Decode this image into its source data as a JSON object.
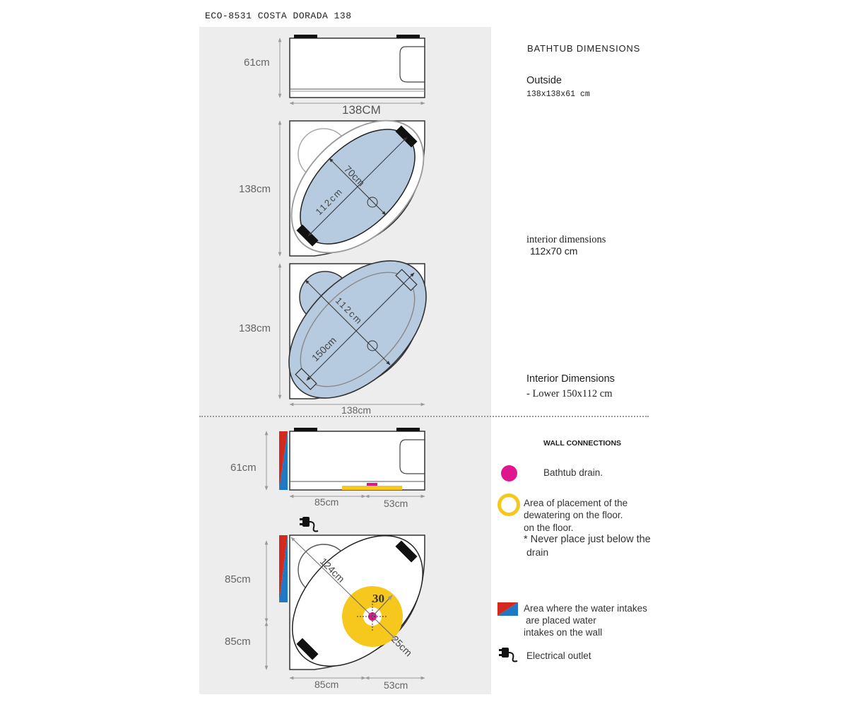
{
  "model_title": "ECO-8531 COSTA DORADA 138",
  "right_top": {
    "heading": "BATHTUB DIMENSIONS",
    "outside_label": "Outside",
    "outside_value": "138x138x61 cm",
    "interior_label": "interior dimensions",
    "interior_value": "112x70 cm",
    "interior2_label": "Interior Dimensions",
    "interior2_value": "- Lower 150x112 cm"
  },
  "dims_top": {
    "height_61": "61cm",
    "width_138_caps": "138CM",
    "height_138_a": "138cm",
    "inner_70": "70cm",
    "inner_112": "112cm",
    "height_138_b": "138cm",
    "lower_112": "112cm",
    "lower_150": "150cm",
    "width_138_bottom": "138cm"
  },
  "dims_bottom": {
    "height_61": "61cm",
    "seg_85_a": "85cm",
    "seg_53_a": "53cm",
    "diag_124": "124cm",
    "radius_30": "30",
    "diag_25": "25cm",
    "v_85_top": "85cm",
    "v_85_bottom": "85cm",
    "seg_85_b": "85cm",
    "seg_53_b": "53cm"
  },
  "legend": {
    "heading": "WALL CONNECTIONS",
    "drain": "Bathtub drain.",
    "area_l1": "Area of placement of the",
    "area_l2": "dewatering on the floor.",
    "area_l3": "on the floor.",
    "area_l4": "* Never place just below the",
    "area_l5": "drain",
    "water_l1": "Area where the water intakes",
    "water_l2": "are placed water",
    "water_l3": "intakes on the wall",
    "outlet": "Electrical outlet"
  },
  "colors": {
    "panel": "#ededee",
    "basin": "#b6cae0",
    "drain": "#e0168f",
    "floor_area": "#f6c71c",
    "intake_red": "#d42a1e",
    "intake_blue": "#1f78c1"
  },
  "icons": [
    "plug-icon",
    "drain-dot-icon",
    "floor-area-ring-icon",
    "water-intake-icon"
  ]
}
